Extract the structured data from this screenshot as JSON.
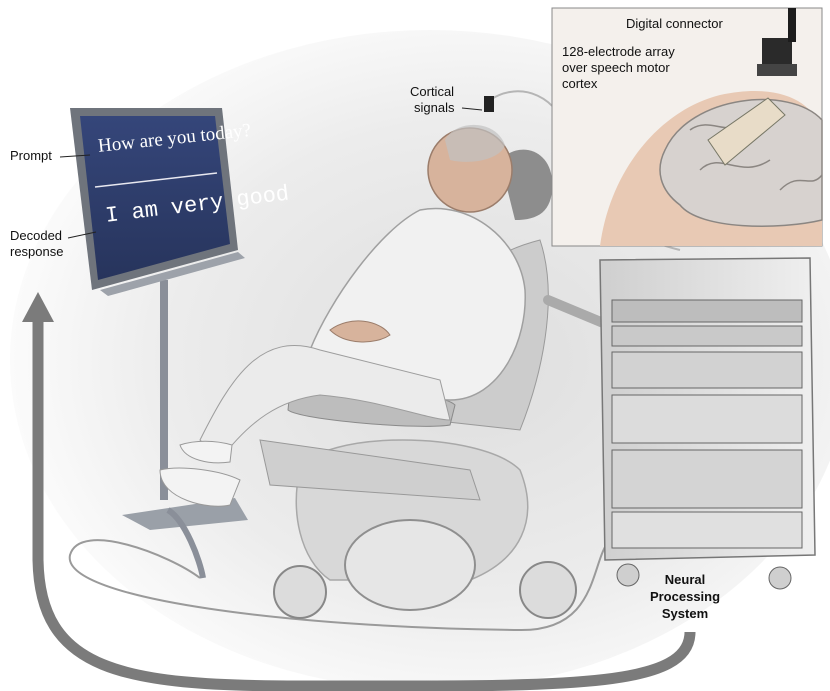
{
  "screen": {
    "prompt_text": "How are you today?",
    "response_text": "I am very good"
  },
  "labels": {
    "prompt": "Prompt",
    "decoded_line1": "Decoded",
    "decoded_line2": "response",
    "cortical_line1": "Cortical",
    "cortical_line2": "signals",
    "digital_connector": "Digital connector",
    "array_line1": "128-electrode array",
    "array_line2": "over speech motor",
    "array_line3": "cortex",
    "nps_line1": "Neural",
    "nps_line2": "Processing",
    "nps_line3": "System"
  },
  "colors": {
    "screen_bg": "#2e3c68",
    "arrow": "#7b7b7b",
    "background_shade": "#e9e9e9"
  }
}
